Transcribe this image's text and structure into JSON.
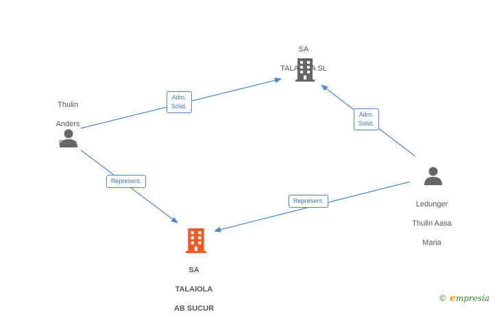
{
  "nodes": {
    "company_top": {
      "lines": [
        "SA",
        "TALAIOLA SL"
      ],
      "icon": "building-icon",
      "color": "#666666"
    },
    "company_focus": {
      "lines": [
        "SA",
        "TALAIOLA",
        "AB SUCUR"
      ],
      "icon": "building-icon",
      "color": "#f15a24"
    },
    "person_left": {
      "lines": [
        "Thulin",
        "Anders",
        "Peter"
      ],
      "icon": "person-icon",
      "color": "#666666"
    },
    "person_right": {
      "lines": [
        "Ledunger",
        "Thulin Aasa",
        "Maria"
      ],
      "icon": "person-icon",
      "color": "#666666"
    }
  },
  "edges": {
    "left_top": {
      "lines": [
        "Adm.",
        "Solid."
      ]
    },
    "right_top": {
      "lines": [
        "Adm.",
        "Solid."
      ]
    },
    "left_focus": {
      "lines": [
        "Represent."
      ]
    },
    "right_focus": {
      "lines": [
        "Represent."
      ]
    }
  },
  "colors": {
    "edge": "#4a86d3"
  },
  "brand": {
    "copyright": "©",
    "initial": "e",
    "name": "mpresia"
  }
}
